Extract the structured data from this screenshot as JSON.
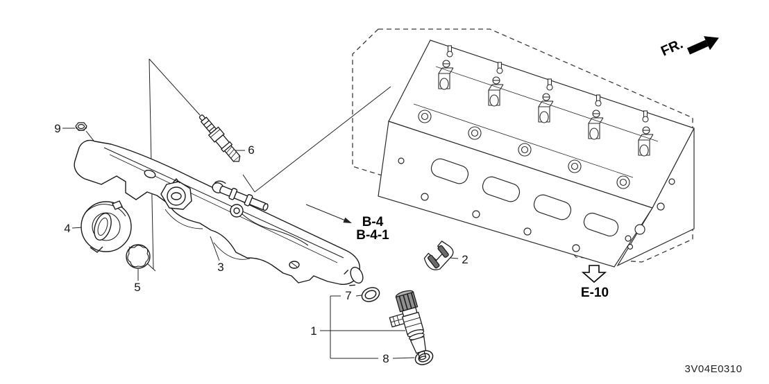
{
  "diagram": {
    "code": "3V04E0310",
    "direction": {
      "label": "FR."
    },
    "refs": {
      "b4": "B-4",
      "b41": "B-4-1",
      "e10": "E-10"
    },
    "callouts": {
      "c1": "1",
      "c2": "2",
      "c3": "3",
      "c4": "4",
      "c5": "5",
      "c6": "6",
      "c7": "7",
      "c8": "8",
      "c9": "9"
    },
    "colors": {
      "line": "#1b1b1b",
      "background": "#ffffff",
      "shade": "#8f8f8f"
    }
  }
}
